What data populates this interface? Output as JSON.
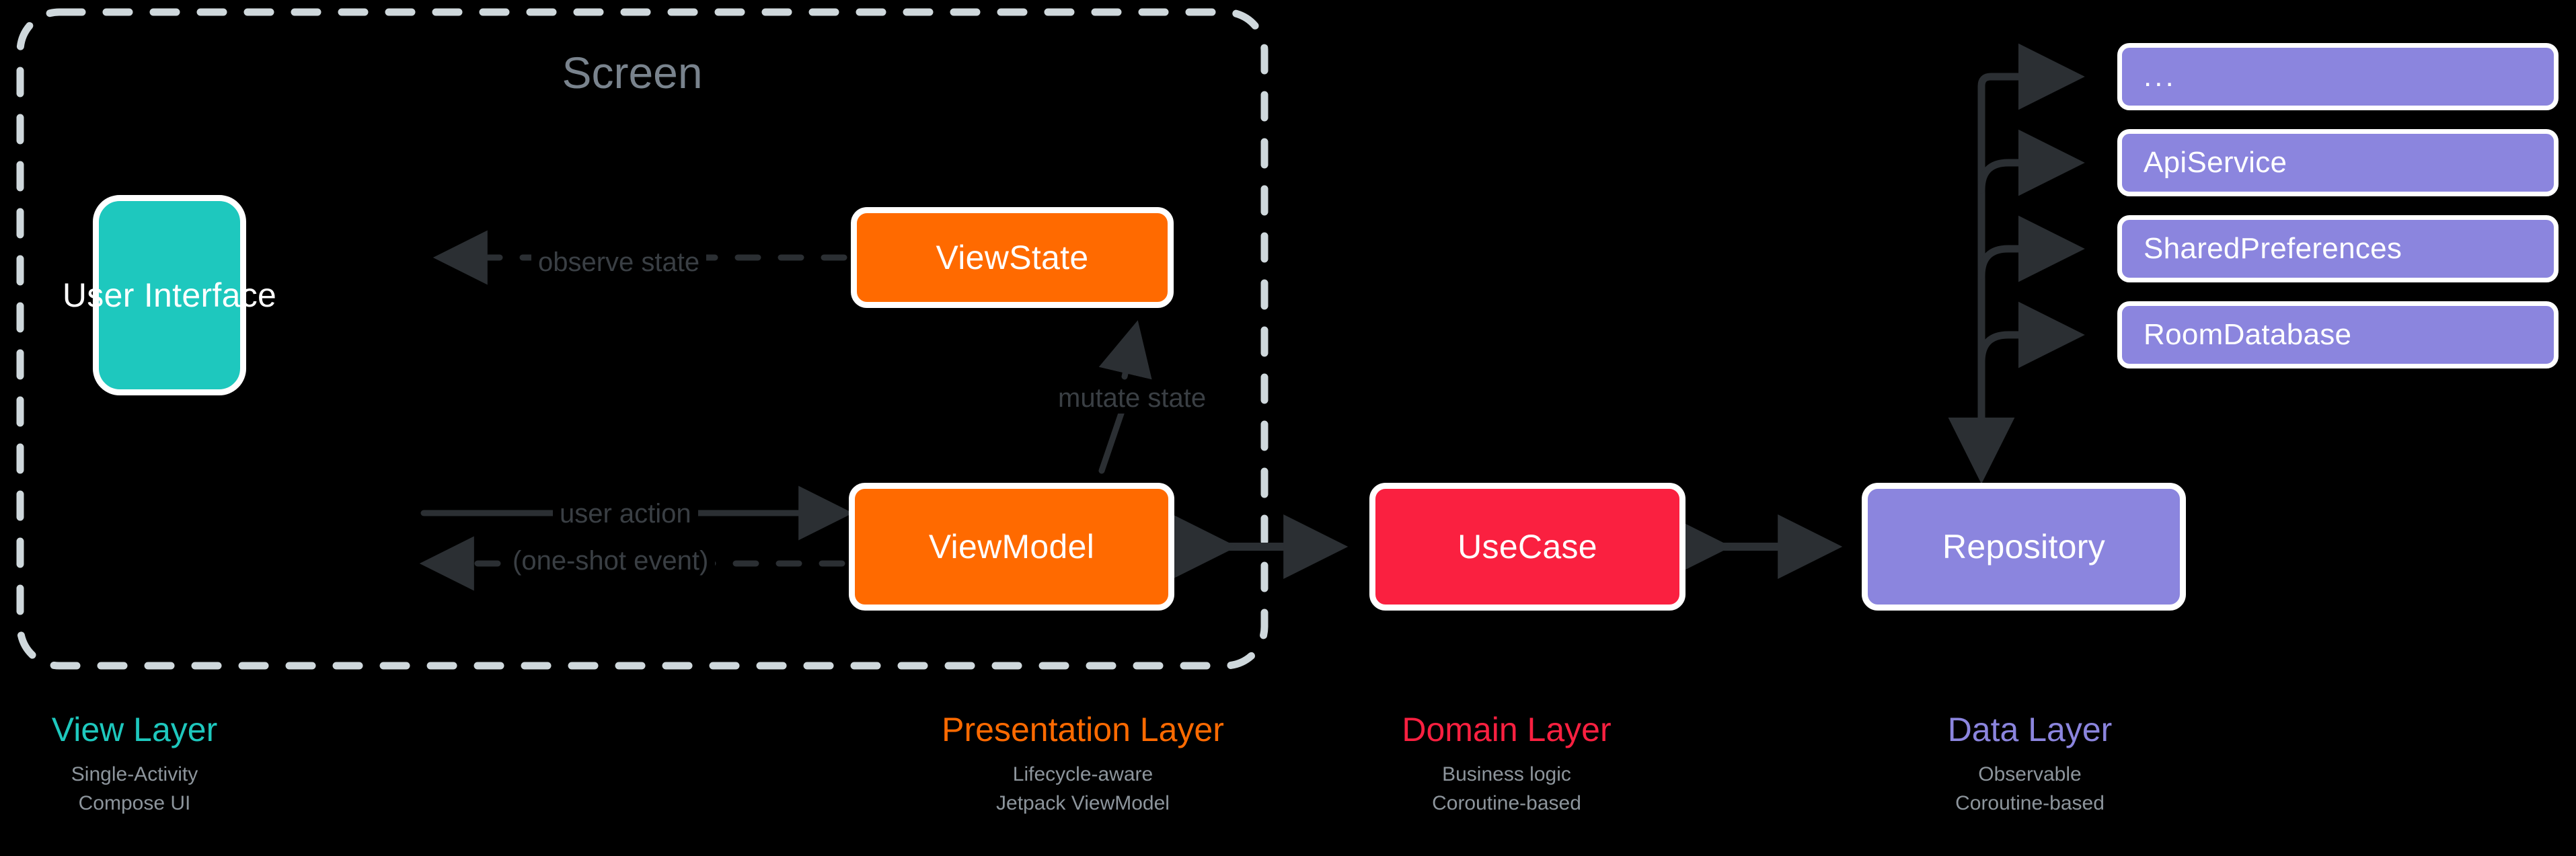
{
  "diagram": {
    "title": "Android app architecture layers",
    "screen_group_label": "Screen",
    "background": "#000000"
  },
  "colors": {
    "view": "#1EC8BE",
    "presentation": "#FF6A00",
    "domain": "#FA2040",
    "data": "#8B85DE",
    "screen_border": "#CFD8DC",
    "arrow": "#2b2f33",
    "muted_text": "#8d959c",
    "screen_title": "#79838d"
  },
  "nodes": {
    "user_interface": {
      "label": "User Interface",
      "color": "#1EC8BE"
    },
    "view_state": {
      "label": "ViewState",
      "color": "#FF6A00"
    },
    "view_model": {
      "label": "ViewModel",
      "color": "#FF6A00"
    },
    "use_case": {
      "label": "UseCase",
      "color": "#FA2040"
    },
    "repository": {
      "label": "Repository",
      "color": "#8B85DE"
    },
    "data_sources": [
      {
        "label": "...",
        "color": "#8B85DE"
      },
      {
        "label": "ApiService",
        "color": "#8B85DE"
      },
      {
        "label": "SharedPreferences",
        "color": "#8B85DE"
      },
      {
        "label": "RoomDatabase",
        "color": "#8B85DE"
      }
    ]
  },
  "edges": {
    "observe_state": {
      "label": "observe state",
      "style": "dashed",
      "from": "view_state",
      "to": "user_interface"
    },
    "user_action": {
      "label": "user action",
      "style": "solid",
      "from": "user_interface",
      "to": "view_model"
    },
    "one_shot_event": {
      "label": "(one-shot event)",
      "style": "dashed",
      "from": "view_model",
      "to": "user_interface"
    },
    "mutate_state": {
      "label": "mutate state",
      "style": "solid",
      "from": "view_model",
      "to": "view_state"
    },
    "view_model_use_case": {
      "label": "",
      "style": "solid-bidirectional",
      "from": "view_model",
      "to": "use_case"
    },
    "use_case_repository": {
      "label": "",
      "style": "solid-bidirectional",
      "from": "use_case",
      "to": "repository"
    },
    "repository_sources": {
      "label": "",
      "style": "solid",
      "from": "repository",
      "to": "data_sources"
    }
  },
  "legend": [
    {
      "title": "View Layer",
      "color": "#1EC8BE",
      "lines": [
        "Single-Activity",
        "Compose UI"
      ]
    },
    {
      "title": "Presentation Layer",
      "color": "#FF6A00",
      "lines": [
        "Lifecycle-aware",
        "Jetpack ViewModel"
      ]
    },
    {
      "title": "Domain Layer",
      "color": "#FA2040",
      "lines": [
        "Business logic",
        "Coroutine-based"
      ]
    },
    {
      "title": "Data Layer",
      "color": "#8B85DE",
      "lines": [
        "Observable",
        "Coroutine-based"
      ]
    }
  ]
}
